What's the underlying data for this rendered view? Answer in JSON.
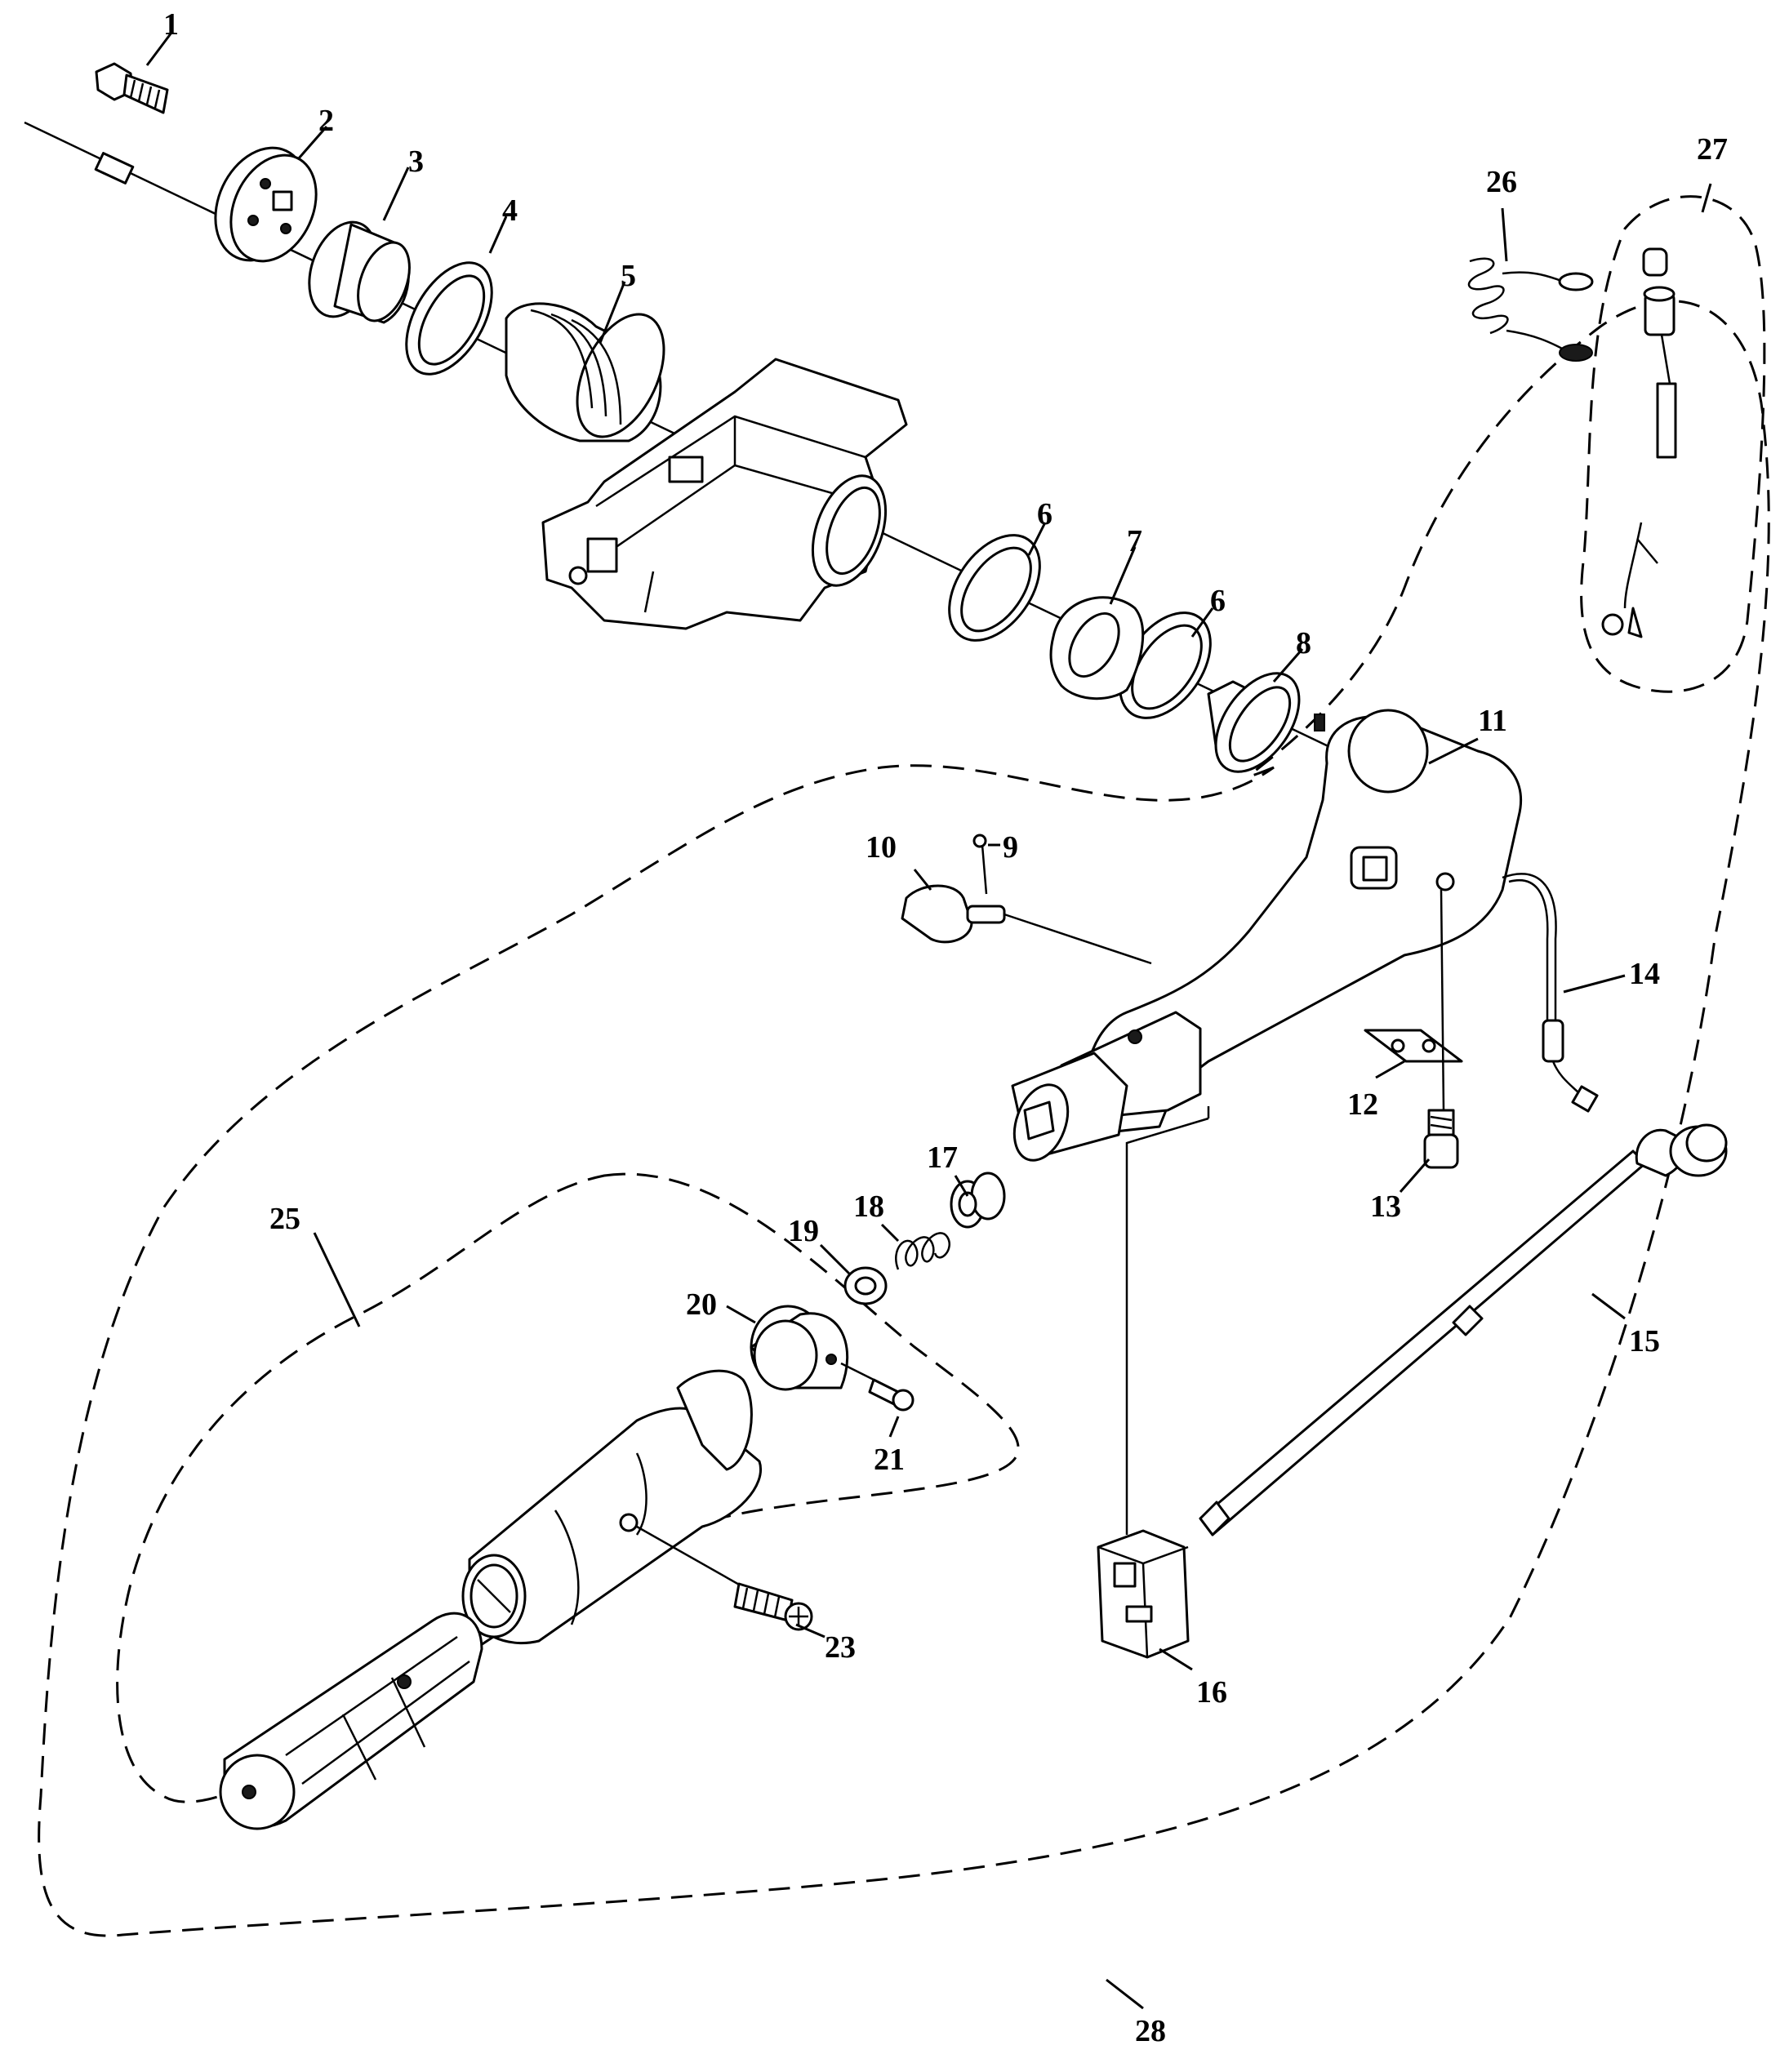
{
  "callouts": [
    "1",
    "2",
    "3",
    "4",
    "5",
    "6",
    "7",
    "6",
    "8",
    "9",
    "10",
    "11",
    "12",
    "13",
    "14",
    "15",
    "16",
    "17",
    "18",
    "19",
    "20",
    "21",
    "23",
    "25",
    "26",
    "27",
    "28"
  ]
}
